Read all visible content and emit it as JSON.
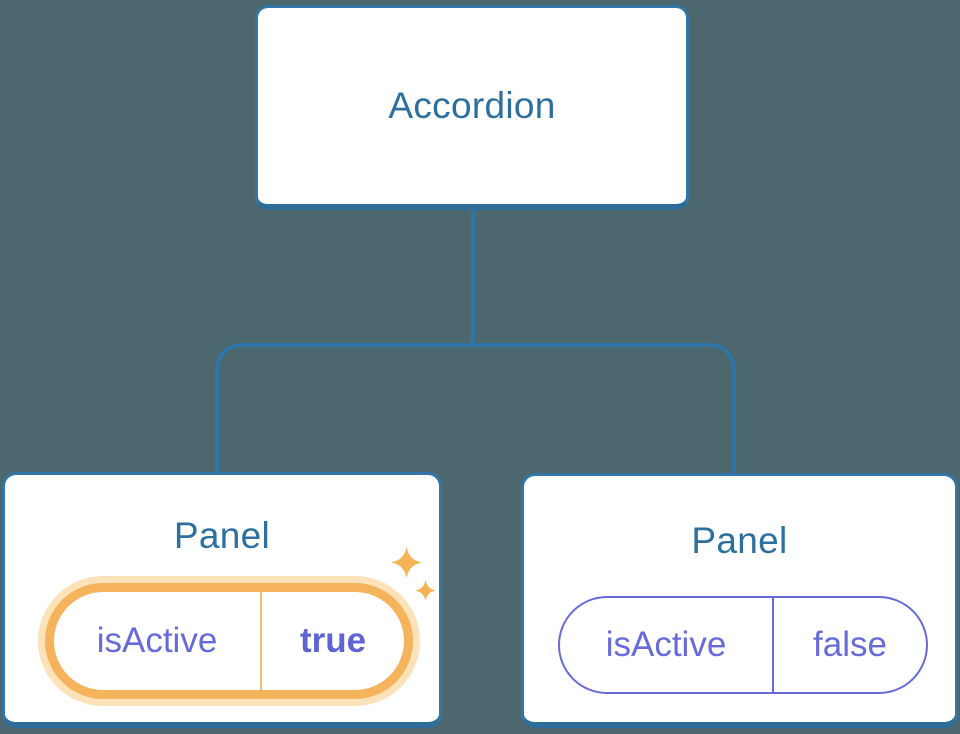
{
  "canvas": {
    "background_color": "#4C676E"
  },
  "palette": {
    "connector_blue": "#2E76A8",
    "box_border_blue": "#3276A7",
    "box_border_bottom_blue": "#2E6C99",
    "box_fill": "#FFFFFF",
    "title_blue": "#2D6F9F",
    "state_purple": "#676BDA",
    "state_value_bold_purple": "#5F63D3",
    "highlight_ring_orange": "#F5B45C",
    "highlight_halo_orange": "#FBE2B8",
    "highlight_divider_orange": "#F2BC72",
    "sparkle_orange": "#F6B356"
  },
  "icons": {
    "sparkle_large": "four-point-star",
    "sparkle_small": "four-point-star"
  },
  "tree": {
    "root": {
      "label": "Accordion"
    },
    "children": [
      {
        "label": "Panel",
        "state": {
          "key": "isActive",
          "value": "true",
          "highlighted": true
        }
      },
      {
        "label": "Panel",
        "state": {
          "key": "isActive",
          "value": "false",
          "highlighted": false
        }
      }
    ]
  }
}
